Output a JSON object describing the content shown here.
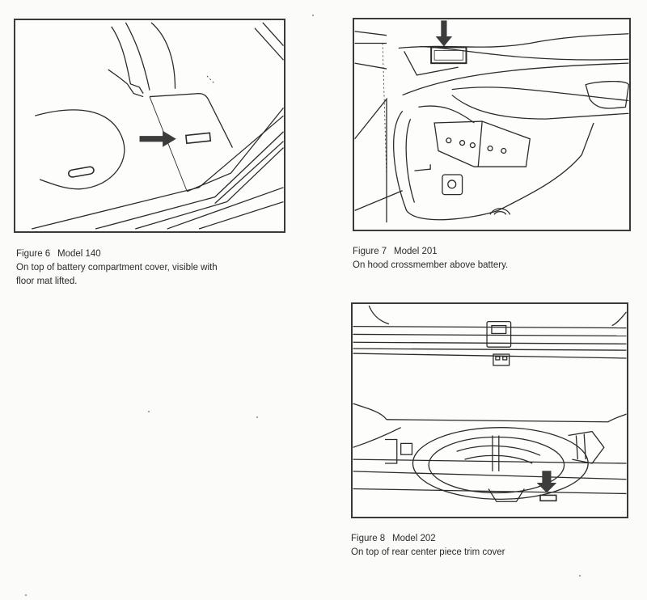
{
  "figures": [
    {
      "number": "Figure 6",
      "model": "Model 140",
      "caption_lines": [
        "On top of battery compartment cover, visible with",
        "floor mat lifted."
      ],
      "illustration": "battery-compartment-cover-floor",
      "arrow_direction": "right"
    },
    {
      "number": "Figure 7",
      "model": "Model 201",
      "caption_lines": [
        "On hood crossmember above battery."
      ],
      "illustration": "engine-bay-hood-crossmember",
      "arrow_direction": "down"
    },
    {
      "number": "Figure 8",
      "model": "Model 202",
      "caption_lines": [
        "On top of rear center piece trim cover"
      ],
      "illustration": "trunk-spare-wheel-well",
      "arrow_direction": "down"
    }
  ],
  "colors": {
    "ink": "#2a2a2a",
    "paper": "#fbfbfa",
    "arrow": "#3c3c3c"
  }
}
